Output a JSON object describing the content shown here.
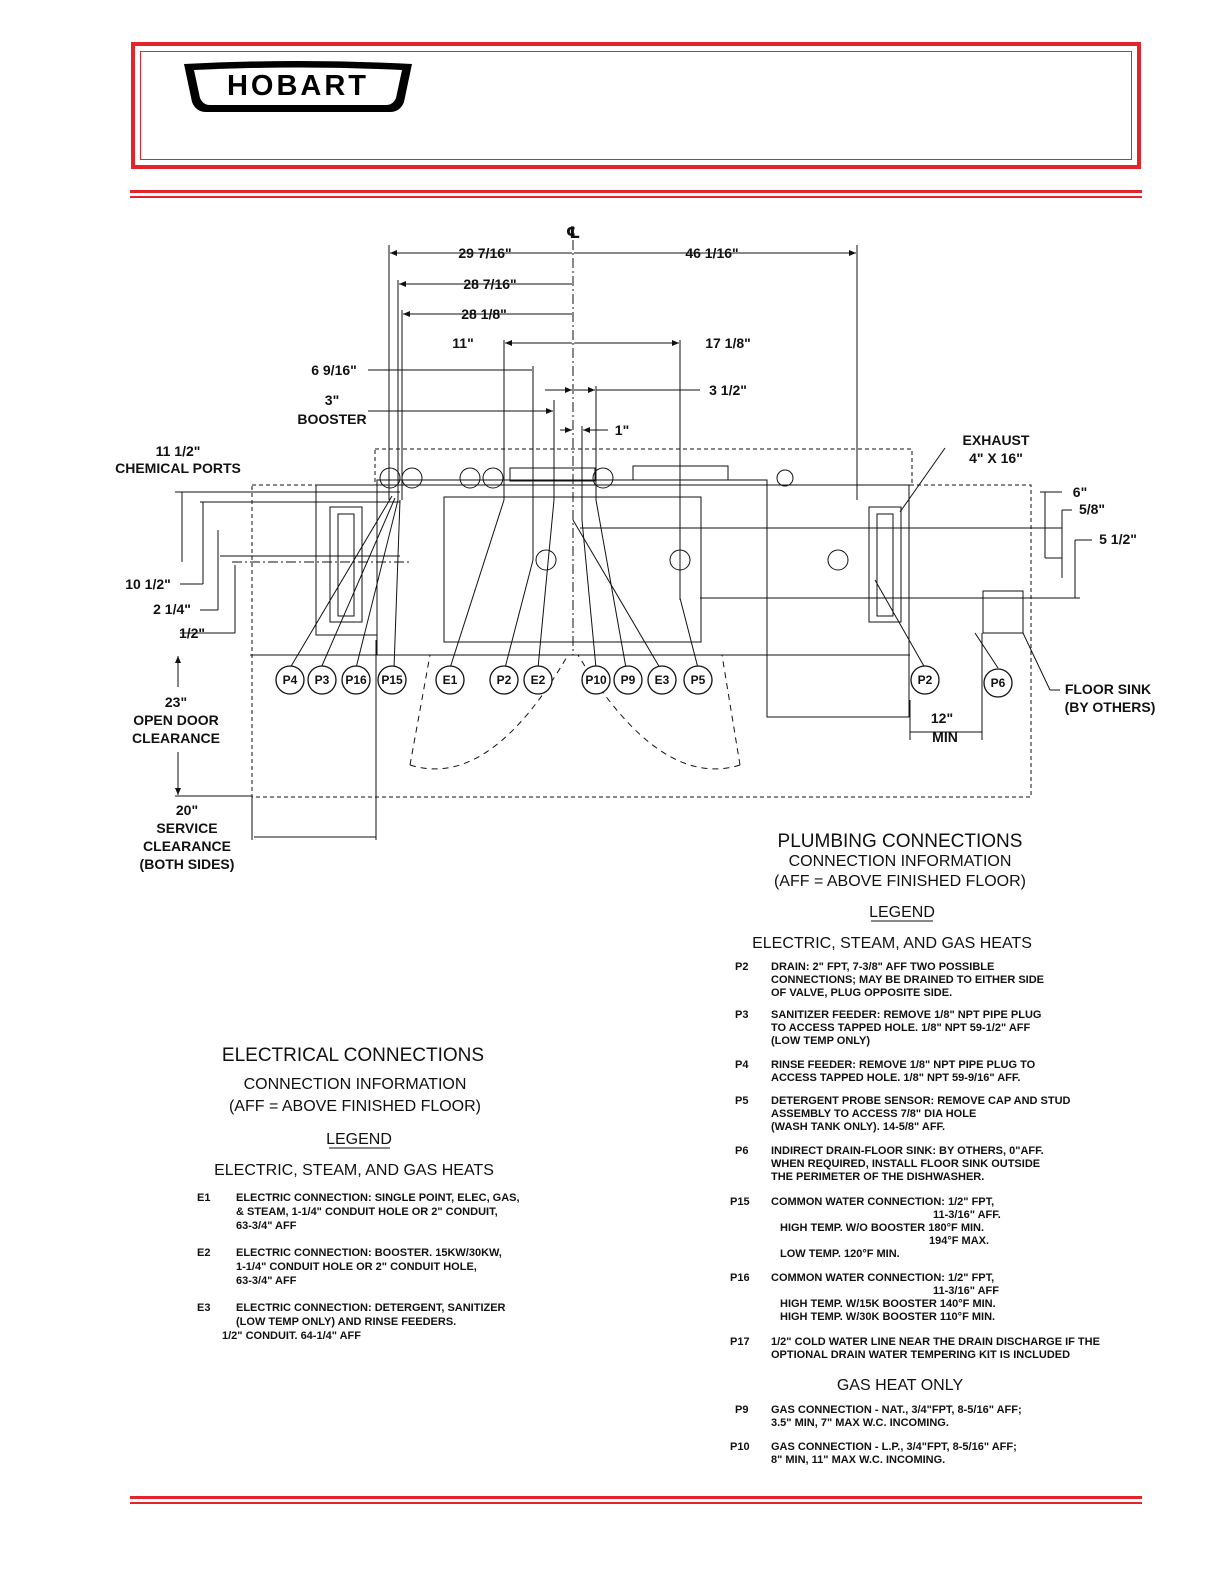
{
  "brand": {
    "logo_text": "HOBART"
  },
  "colors": {
    "accent_red": "#e3242b",
    "line": "#111111"
  },
  "drawing": {
    "centerline_symbol": "℄",
    "top_dims": {
      "d1": "29 7/16\"",
      "d2": "46 1/16\"",
      "d3": "28 7/16\"",
      "d4": "28 1/8\"",
      "d5": "11\"",
      "d6": "17 1/8\"",
      "d7": "6 9/16\"",
      "d8": "3 1/2\"",
      "d9": "3\"",
      "d9b": "BOOSTER",
      "d10": "1\""
    },
    "left_dims": {
      "chem1": "11 1/2\"",
      "chem2": "CHEMICAL PORTS",
      "d105": "10 1/2\"",
      "d214": "2 1/4\"",
      "d12": "1/2\"",
      "door1": "23\"",
      "door2": "OPEN DOOR",
      "door3": "CLEARANCE",
      "svc1": "20\"",
      "svc2": "SERVICE",
      "svc3": "CLEARANCE",
      "svc4": "(BOTH SIDES)"
    },
    "right_dims": {
      "exh1": "EXHAUST",
      "exh2": "4\" X 16\"",
      "r6": "6\"",
      "r58": "5/8\"",
      "r512": "5 1/2\"",
      "sink1": "FLOOR SINK",
      "sink2": "(BY OTHERS)",
      "min1": "12\"",
      "min2": "MIN"
    },
    "callouts": [
      "P4",
      "P3",
      "P16",
      "P15",
      "E1",
      "P2",
      "E2",
      "P10",
      "P9",
      "E3",
      "P5",
      "P2",
      "P6"
    ]
  },
  "plumbing": {
    "title": "PLUMBING CONNECTIONS",
    "subtitle": "CONNECTION INFORMATION",
    "subtitle2": "(AFF = ABOVE FINISHED FLOOR)",
    "legend": "LEGEND",
    "heats": "ELECTRIC, STEAM, AND GAS HEATS",
    "items": [
      {
        "code": "P2",
        "lines": [
          "DRAIN: 2\" FPT, 7-3/8\" AFF TWO POSSIBLE",
          "CONNECTIONS; MAY BE DRAINED TO EITHER SIDE",
          "OF VALVE, PLUG OPPOSITE SIDE."
        ]
      },
      {
        "code": "P3",
        "lines": [
          "SANITIZER FEEDER: REMOVE 1/8\" NPT PIPE PLUG",
          "TO ACCESS TAPPED HOLE. 1/8\" NPT 59-1/2\" AFF",
          "(LOW TEMP ONLY)"
        ]
      },
      {
        "code": "P4",
        "lines": [
          "RINSE FEEDER: REMOVE 1/8\" NPT PIPE PLUG TO",
          "ACCESS TAPPED HOLE. 1/8\" NPT 59-9/16\" AFF."
        ]
      },
      {
        "code": "P5",
        "lines": [
          "DETERGENT PROBE SENSOR: REMOVE CAP AND STUD",
          "ASSEMBLY TO ACCESS 7/8\" DIA HOLE",
          "(WASH TANK ONLY). 14-5/8\" AFF."
        ]
      },
      {
        "code": "P6",
        "lines": [
          "INDIRECT DRAIN-FLOOR SINK: BY OTHERS, 0\"AFF.",
          "WHEN REQUIRED, INSTALL FLOOR SINK OUTSIDE",
          "THE PERIMETER OF THE DISHWASHER."
        ]
      },
      {
        "code": "P15",
        "lines": [
          "COMMON WATER CONNECTION: 1/2\" FPT,",
          "11-3/16\" AFF.",
          "HIGH TEMP. W/O BOOSTER 180°F MIN.",
          "194°F MAX.",
          "LOW TEMP. 120°F MIN."
        ]
      },
      {
        "code": "P16",
        "lines": [
          "COMMON WATER CONNECTION: 1/2\" FPT,",
          "11-3/16\" AFF",
          "HIGH TEMP. W/15K BOOSTER 140°F MIN.",
          "HIGH TEMP. W/30K BOOSTER 110°F MIN."
        ]
      },
      {
        "code": "P17",
        "lines": [
          "1/2\" COLD WATER LINE NEAR THE DRAIN DISCHARGE IF THE",
          "OPTIONAL DRAIN WATER TEMPERING KIT IS INCLUDED"
        ]
      }
    ],
    "gas_title": "GAS HEAT ONLY",
    "gas_items": [
      {
        "code": "P9",
        "lines": [
          "GAS CONNECTION - NAT., 3/4\"FPT, 8-5/16\" AFF;",
          "3.5\" MIN, 7\" MAX W.C. INCOMING."
        ]
      },
      {
        "code": "P10",
        "lines": [
          "GAS CONNECTION - L.P., 3/4\"FPT, 8-5/16\" AFF;",
          "8\" MIN, 11\" MAX W.C. INCOMING."
        ]
      }
    ]
  },
  "electrical": {
    "title": "ELECTRICAL CONNECTIONS",
    "subtitle": "CONNECTION INFORMATION",
    "subtitle2": "(AFF = ABOVE FINISHED FLOOR)",
    "legend": "LEGEND",
    "heats": "ELECTRIC, STEAM, AND GAS HEATS",
    "items": [
      {
        "code": "E1",
        "lines": [
          "ELECTRIC CONNECTION: SINGLE POINT, ELEC, GAS,",
          "& STEAM, 1-1/4\" CONDUIT HOLE OR 2\" CONDUIT,",
          "63-3/4\" AFF"
        ]
      },
      {
        "code": "E2",
        "lines": [
          "ELECTRIC CONNECTION: BOOSTER. 15KW/30KW,",
          "1-1/4\" CONDUIT HOLE OR 2\" CONDUIT HOLE,",
          "63-3/4\" AFF"
        ]
      },
      {
        "code": "E3",
        "lines": [
          "ELECTRIC CONNECTION: DETERGENT, SANITIZER",
          "(LOW TEMP ONLY) AND RINSE FEEDERS.",
          "1/2\" CONDUIT.  64-1/4\" AFF"
        ]
      }
    ]
  }
}
